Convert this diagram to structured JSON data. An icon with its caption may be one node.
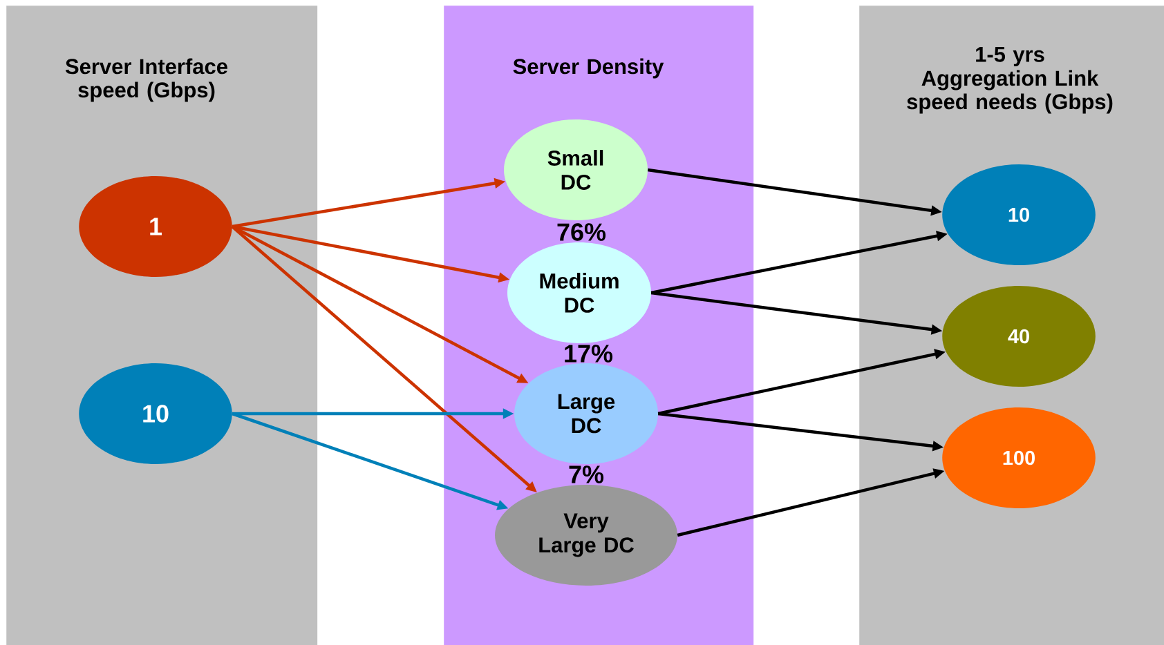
{
  "diagram": {
    "nodes": [
      {
        "text": [
          "Server Interface speed (Gbps)"
        ]
      },
      {
        "text": [
          "Server Density"
        ]
      },
      {
        "text": [
          "1-5 yrs",
          "Aggregation Link speed needs (Gbps)"
        ]
      },
      {
        "text": [
          "1"
        ],
        "in": 0
      },
      {
        "text": [
          "10"
        ],
        "in": 0
      },
      {
        "text": [
          "Small DC"
        ],
        "in": 1
      },
      {
        "text": [
          "Medium DC"
        ],
        "in": 1
      },
      {
        "text": [
          "Large DC"
        ],
        "in": 1
      },
      {
        "text": [
          "Very Large DC"
        ],
        "in": 1
      },
      {
        "text": [
          "10"
        ],
        "in": 2
      },
      {
        "text": [
          "40"
        ],
        "in": 2
      },
      {
        "text": [
          "100"
        ],
        "in": 2
      }
    ],
    "edges": [
      {
        "from": 3,
        "to": 5,
        "arrow": "to",
        "color": "#cc3300"
      },
      {
        "from": 3,
        "to": 6,
        "arrow": "to",
        "color": "#cc3300"
      },
      {
        "from": 3,
        "to": 7,
        "arrow": "to",
        "color": "#cc3300"
      },
      {
        "from": 3,
        "to": 8,
        "arrow": "to",
        "color": "#cc3300"
      },
      {
        "from": 4,
        "to": 7,
        "arrow": "to",
        "color": "#0080b8"
      },
      {
        "from": 4,
        "to": 8,
        "arrow": "to",
        "color": "#0080b8"
      },
      {
        "from": 5,
        "to": 9,
        "arrow": "to"
      },
      {
        "from": 6,
        "to": 9,
        "arrow": "to"
      },
      {
        "from": 6,
        "to": 10,
        "arrow": "to"
      },
      {
        "from": 7,
        "to": 10,
        "arrow": "to"
      },
      {
        "from": 7,
        "to": 11,
        "arrow": "to"
      },
      {
        "from": 8,
        "to": 11,
        "arrow": "to"
      }
    ],
    "labels": [
      "76%",
      "17%",
      "7%"
    ]
  }
}
